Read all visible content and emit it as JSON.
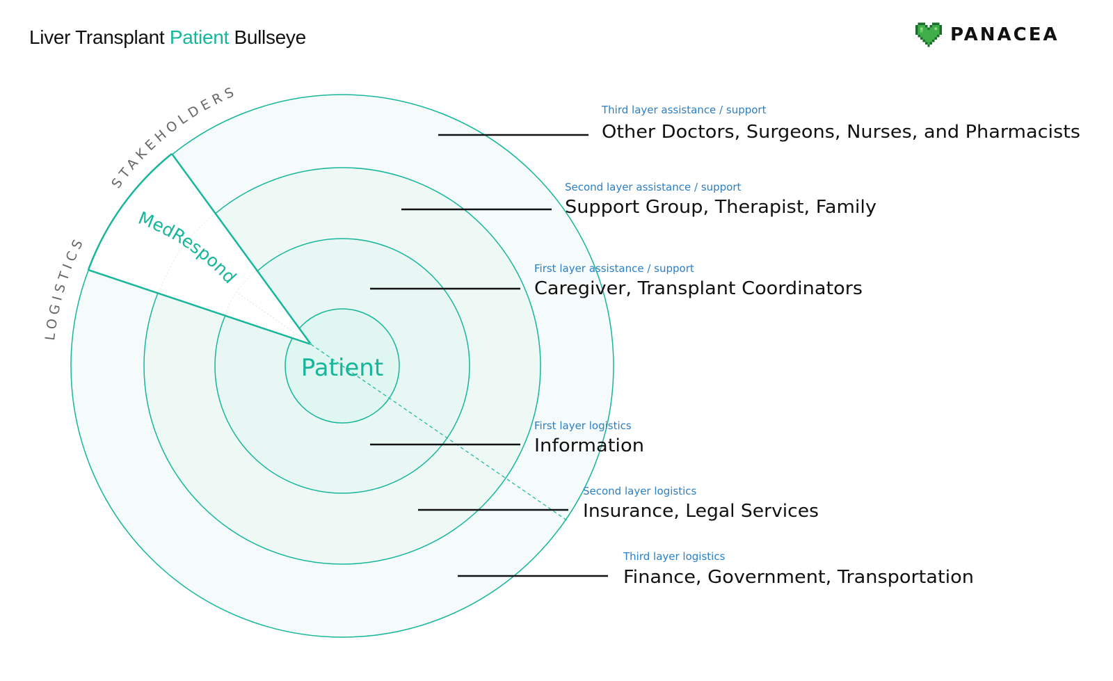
{
  "header": {
    "title_prefix": "Liver Transplant ",
    "title_accent": "Patient",
    "title_suffix": " Bullseye"
  },
  "brand": {
    "logo_icon": "pixel-heart-icon",
    "name": "PANACEA"
  },
  "colors": {
    "accent": "#17b69a",
    "caption": "#2a7fc7",
    "text": "#111111",
    "ring_fill_outer": "#f4fbfa",
    "ring_fill_inner": "#e0f6f1"
  },
  "diagram": {
    "center_label": "Patient",
    "segment_label": "MedRespond",
    "arc_labels": {
      "stakeholders": "STAKEHOLDERS",
      "logistics": "LOGISTICS"
    },
    "layers": [
      {
        "caption": "Third layer assistance / support",
        "label": "Other Doctors, Surgeons, Nurses, and Pharmacists"
      },
      {
        "caption": "Second layer assistance / support",
        "label": "Support Group, Therapist, Family"
      },
      {
        "caption": "First layer assistance / support",
        "label": "Caregiver, Transplant Coordinators"
      },
      {
        "caption": "First layer logistics",
        "label": "Information"
      },
      {
        "caption": "Second layer logistics",
        "label": "Insurance, Legal Services"
      },
      {
        "caption": "Third layer logistics",
        "label": "Finance, Government, Transportation"
      }
    ]
  }
}
